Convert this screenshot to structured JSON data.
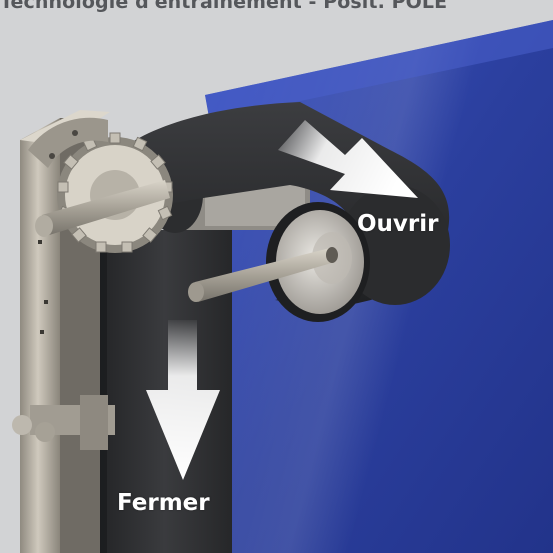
{
  "caption": "Technologie d'entraînement - Posit. POLE",
  "labels": {
    "open": "Ouvrir",
    "close": "Fermer"
  },
  "colors": {
    "background": "#d2d3d5",
    "door_blue": "#2b3f9e",
    "belt": "#2e2f31",
    "arrow": "#ffffff",
    "metal": "#b9b3a7"
  }
}
